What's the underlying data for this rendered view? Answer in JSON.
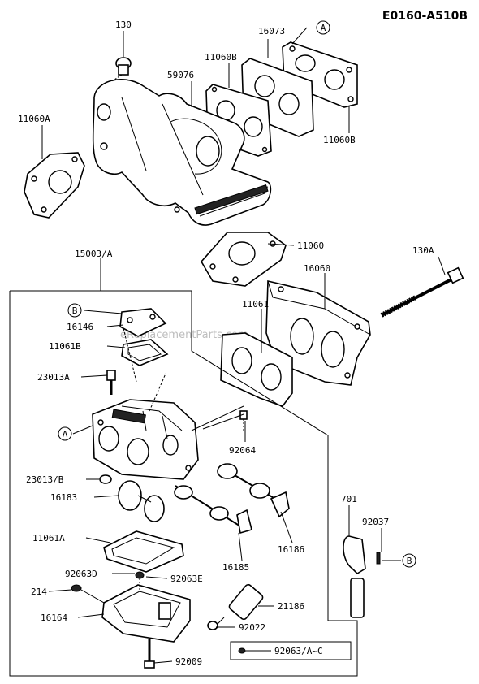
{
  "diagram_code": "E0160-A510B",
  "watermark": "eReplacementParts.com",
  "callouts": {
    "A_top": "A",
    "A_carb": "A",
    "B_top": "B",
    "B_right": "B"
  },
  "labels": {
    "p130": "130",
    "p16073": "16073",
    "p11060B_a": "11060B",
    "p59076": "59076",
    "p11060A": "11060A",
    "p11060B_b": "11060B",
    "p11060": "11060",
    "p15003": "15003/A",
    "p130A": "130A",
    "p16060": "16060",
    "p11061": "11061",
    "p16146": "16146",
    "p11061B": "11061B",
    "p23013A": "23013A",
    "p92064": "92064",
    "p23013B": "23013/B",
    "p16183": "16183",
    "p701": "701",
    "p92037": "92037",
    "p16186": "16186",
    "p11061A": "11061A",
    "p16185": "16185",
    "p92063D": "92063D",
    "p92063E": "92063E",
    "p214": "214",
    "p21186": "21186",
    "p16164": "16164",
    "p92022": "92022",
    "p92009": "92009",
    "legend_92063": "92063/A~C"
  }
}
